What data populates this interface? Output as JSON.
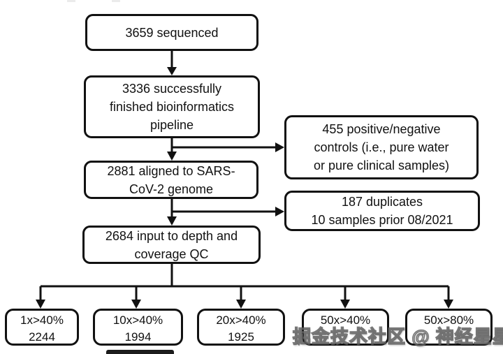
{
  "flowchart": {
    "nodes": {
      "sequenced": {
        "lines": [
          "3659 sequenced"
        ]
      },
      "pipeline": {
        "lines": [
          "3336 successfully",
          "finished bioinformatics",
          "pipeline"
        ]
      },
      "controls": {
        "lines": [
          "455 positive/negative",
          "controls (i.e., pure water",
          "or pure clinical samples)"
        ]
      },
      "aligned": {
        "lines": [
          "2881 aligned to SARS-",
          "CoV-2 genome"
        ]
      },
      "duplicates": {
        "lines": [
          "187 duplicates",
          "10 samples prior 08/2021"
        ]
      },
      "qc": {
        "lines": [
          "2684 input to depth and",
          "coverage QC"
        ]
      }
    },
    "leaves": [
      {
        "lines": [
          "1x>40%",
          "2244"
        ]
      },
      {
        "lines": [
          "10x>40%",
          "1994"
        ]
      },
      {
        "lines": [
          "20x>40%",
          "1925"
        ]
      },
      {
        "lines": [
          "50x>40%",
          ""
        ]
      },
      {
        "lines": [
          "50x>80%",
          ""
        ]
      }
    ],
    "watermark": "掘金技术社区 @ 神经星星",
    "colors": {
      "line": "#111111",
      "box_border": "#111111",
      "box_fill": "#ffffff",
      "background": "#ffffff"
    }
  }
}
